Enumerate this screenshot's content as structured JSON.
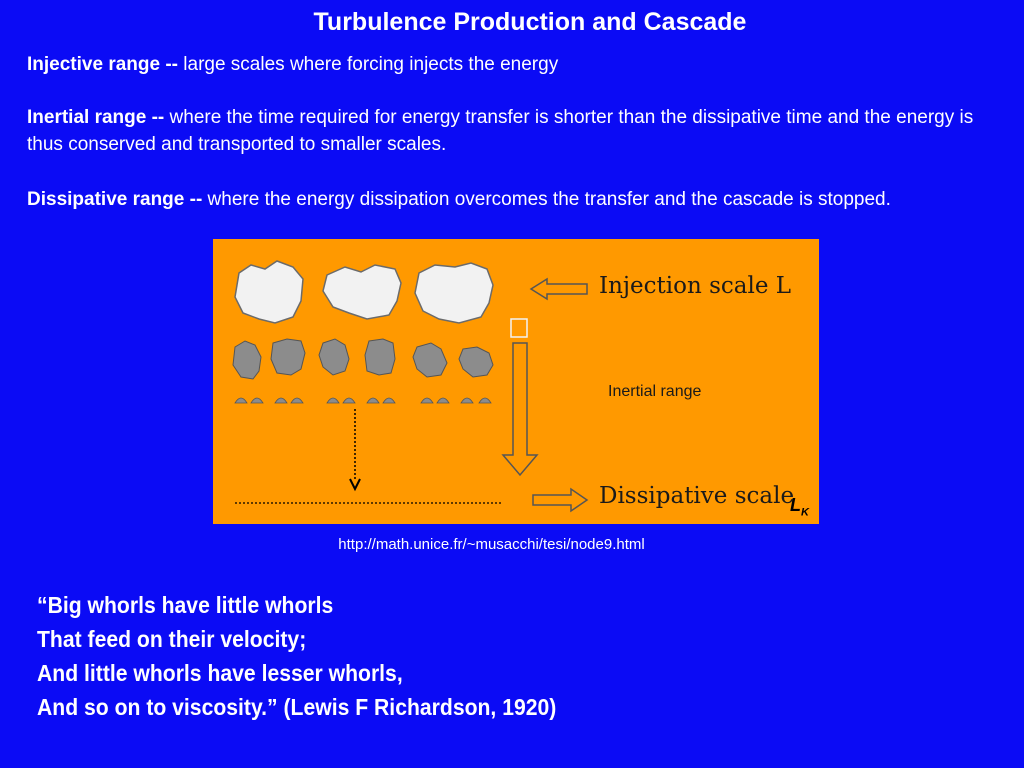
{
  "title": "Turbulence Production and Cascade",
  "paragraphs": [
    {
      "term": "Injective range --",
      "text": " large scales where forcing injects the energy"
    },
    {
      "term": "Inertial range --",
      "text": " where the time required for energy transfer is shorter than the dissipative time and the energy is thus conserved and transported to smaller scales."
    },
    {
      "term": "Dissipative range --",
      "text": " where the energy dissipation overcomes the transfer and the cascade is stopped."
    }
  ],
  "figure": {
    "injection_label": "Injection scale L",
    "inertial_label": "Inertial range",
    "dissipative_label": "Dissipative scale",
    "lk_symbol": "L",
    "lk_subscript": "K",
    "colors": {
      "background": "#ff9900",
      "large_eddy": "#f2f2f2",
      "medium_eddy": "#8c8c8c",
      "small_eddy": "#8c8c8c"
    }
  },
  "source_url": "http://math.unice.fr/~musacchi/tesi/node9.html",
  "quote_lines": [
    "“Big whorls have little whorls",
    "That feed on their velocity;",
    "And little whorls have lesser whorls,",
    "And so on to viscosity.” (Lewis F Richardson, 1920)"
  ],
  "colors": {
    "background": "#0b0bf5",
    "text": "#ffffff"
  }
}
